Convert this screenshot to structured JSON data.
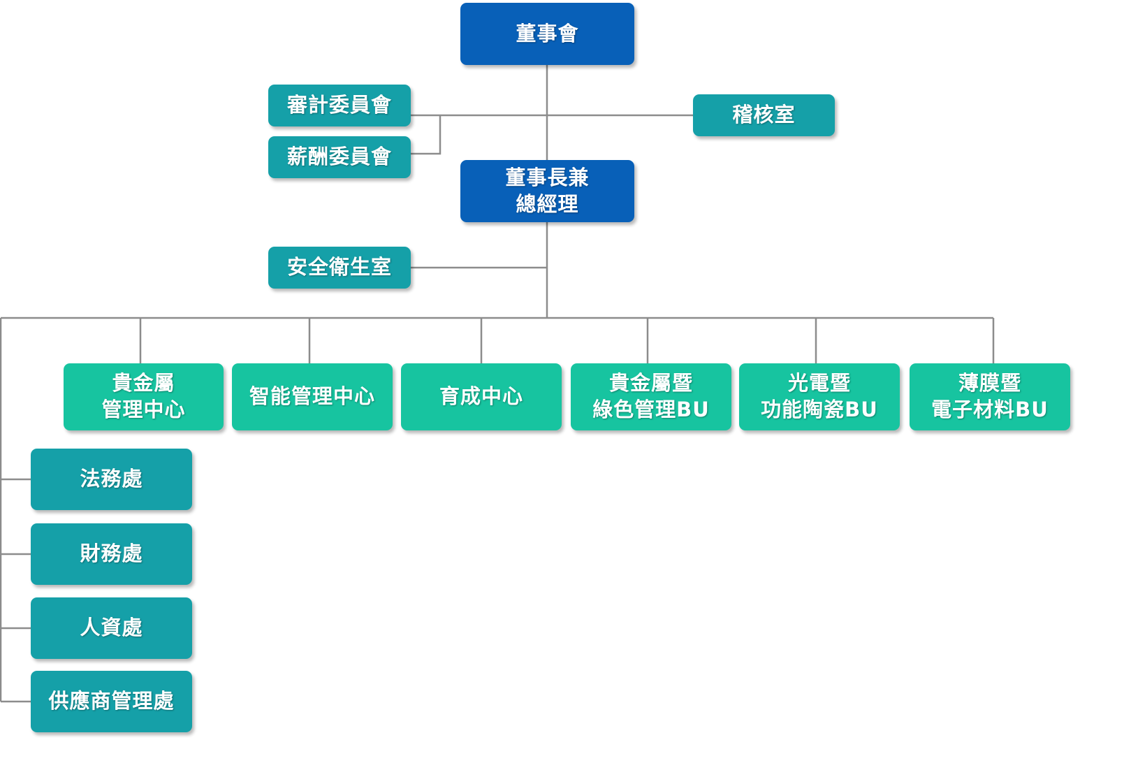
{
  "colors": {
    "executive": "#0860b8",
    "staff": "#15a0a8",
    "business_unit": "#17c4a0",
    "connector": "#8c8c8c"
  },
  "board": {
    "label": "董事會"
  },
  "audit_committee": {
    "label": "審計委員會"
  },
  "compensation_committee": {
    "label": "薪酬委員會"
  },
  "audit_office": {
    "label": "稽核室"
  },
  "chairman_ceo": {
    "line1": "董事長兼",
    "line2": "總經理"
  },
  "safety_office": {
    "label": "安全衛生室"
  },
  "units": [
    {
      "line1": "貴金屬",
      "line2": "管理中心"
    },
    {
      "line1": "智能管理中心",
      "line2": ""
    },
    {
      "line1": "育成中心",
      "line2": ""
    },
    {
      "line1": "貴金屬暨",
      "line2": "綠色管理BU"
    },
    {
      "line1": "光電暨",
      "line2": "功能陶瓷BU"
    },
    {
      "line1": "薄膜暨",
      "line2": "電子材料BU"
    }
  ],
  "departments": [
    {
      "label": "法務處"
    },
    {
      "label": "財務處"
    },
    {
      "label": "人資處"
    },
    {
      "label": "供應商管理處"
    }
  ]
}
